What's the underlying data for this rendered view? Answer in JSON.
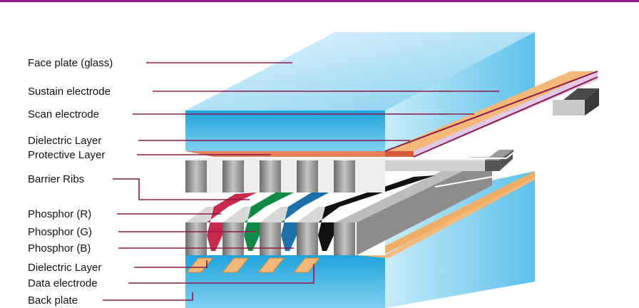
{
  "labels": {
    "face_plate": "Face plate (glass)",
    "sustain_electrode": "Sustain electrode",
    "scan_electrode": "Scan electrode",
    "dielectric_layer_top": "Dielectric Layer",
    "protective_layer": "Protective Layer",
    "barrier_ribs": "Barrier Ribs",
    "phosphor_r": "Phosphor (R)",
    "phosphor_g": "Phosphor (G)",
    "phosphor_b": "Phosphor (B)",
    "dielectric_layer_bottom": "Dielectric Layer",
    "data_electrode": "Data electrode",
    "back_plate": "Back plate"
  },
  "colors": {
    "header_bar": "#8b1a8b",
    "leader_line": "#8a1a4a",
    "glass": "#3bb8e8",
    "electrode": "#f4b978",
    "phosphor_red": "#c8284a",
    "phosphor_green": "#0f8a45",
    "phosphor_blue": "#1a6fa8",
    "rib_gray": "#9a9a9a"
  }
}
